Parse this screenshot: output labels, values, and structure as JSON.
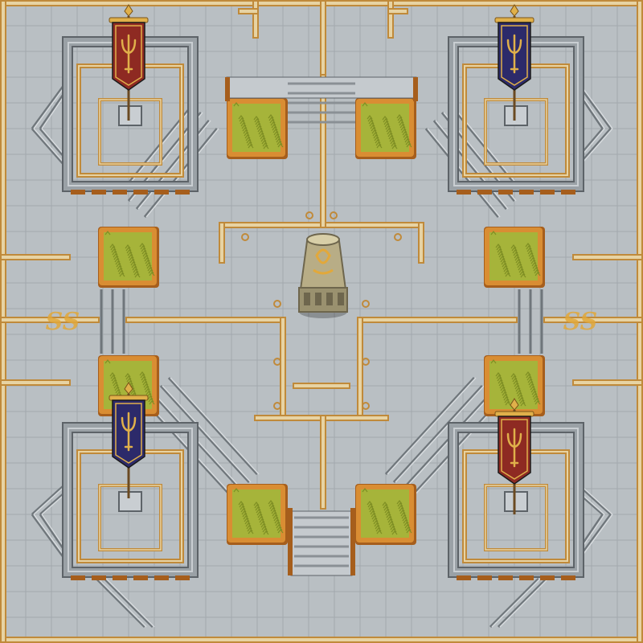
{
  "scene": {
    "kind": "top-down tile map",
    "palette": {
      "floor": "#b9bfc3",
      "floor_grid": "#a2a9ae",
      "path_fill": "#e7d3a3",
      "path_edge": "#c08a3a",
      "wall_face": "#9aa1a6",
      "wall_edge": "#5d6368",
      "wall_top": "#c9ced2",
      "grass": "#a6b43a",
      "grass_dark": "#7f8f24",
      "planter_frame": "#d98d33",
      "planter_frame_dark": "#a65e1c",
      "banner_red": "#8e2a22",
      "banner_blue": "#2c2a6a",
      "banner_gold": "#e0b04a",
      "pillar": "#b8ad86",
      "pillar_dark": "#6e664d",
      "glyph": "#e2a83a"
    },
    "banners": [
      {
        "corner": "top-left",
        "color": "red"
      },
      {
        "corner": "top-right",
        "color": "blue"
      },
      {
        "corner": "bottom-left",
        "color": "blue"
      },
      {
        "corner": "bottom-right",
        "color": "red"
      }
    ],
    "planters": 8,
    "floor_glyphs": [
      "SS",
      "SS"
    ]
  }
}
